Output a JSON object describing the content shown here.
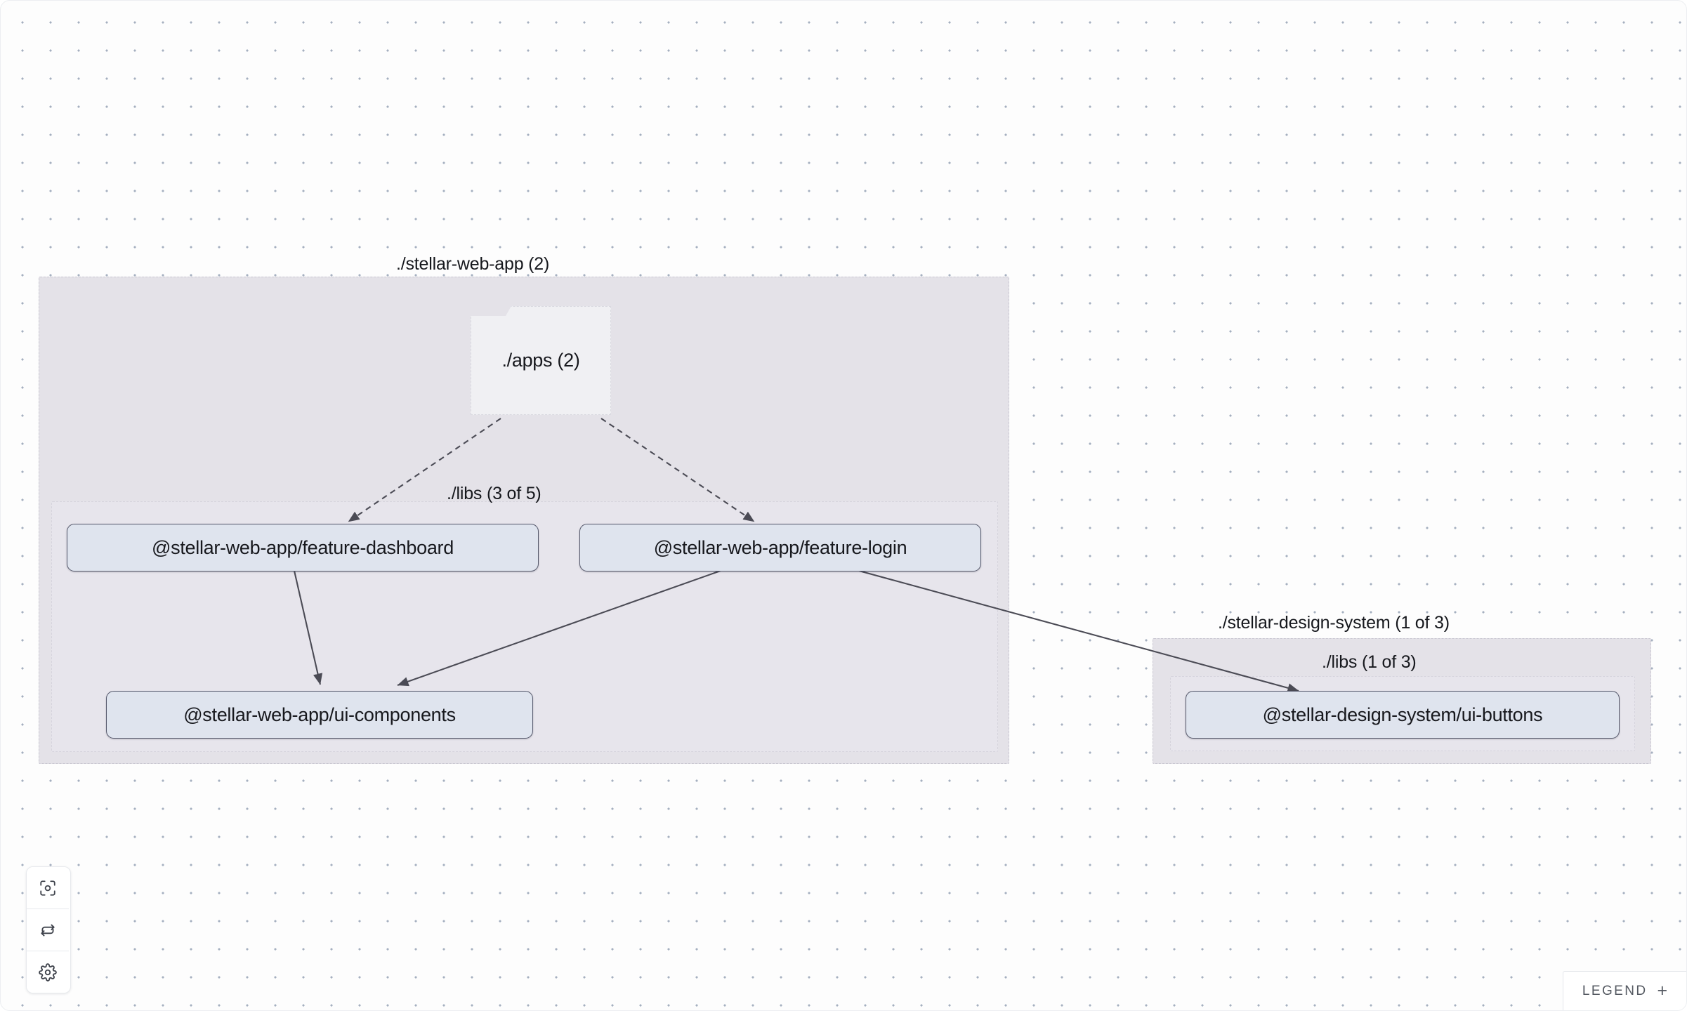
{
  "canvas": {
    "background_color": "#fdfdfd",
    "dot_color": "#a5b0c0"
  },
  "graph": {
    "groups": [
      {
        "id": "stellar-web-app",
        "label": "./stellar-web-app (2)",
        "kind": "project-group"
      },
      {
        "id": "stellar-web-app-libs",
        "label": "./libs (3 of 5)",
        "kind": "directory-group"
      },
      {
        "id": "stellar-design-system",
        "label": "./stellar-design-system (1 of 3)",
        "kind": "project-group"
      },
      {
        "id": "stellar-design-system-libs",
        "label": "./libs (1 of 3)",
        "kind": "directory-group"
      }
    ],
    "folder_nodes": [
      {
        "id": "apps",
        "label": "./apps (2)"
      }
    ],
    "project_nodes": [
      {
        "id": "feature-dashboard",
        "label": "@stellar-web-app/feature-dashboard"
      },
      {
        "id": "feature-login",
        "label": "@stellar-web-app/feature-login"
      },
      {
        "id": "ui-components",
        "label": "@stellar-web-app/ui-components"
      },
      {
        "id": "ui-buttons",
        "label": "@stellar-design-system/ui-buttons"
      }
    ],
    "edges": [
      {
        "from": "apps",
        "to": "feature-dashboard",
        "style": "dashed"
      },
      {
        "from": "apps",
        "to": "feature-login",
        "style": "dashed"
      },
      {
        "from": "feature-dashboard",
        "to": "ui-components",
        "style": "solid"
      },
      {
        "from": "feature-login",
        "to": "ui-components",
        "style": "solid"
      },
      {
        "from": "feature-login",
        "to": "ui-buttons",
        "style": "solid"
      }
    ],
    "edge_color": "#4b4b55",
    "node_fill": "#dfe4ee",
    "node_border": "#55586b",
    "group_fill": "#e4e2e8"
  },
  "toolbar": {
    "buttons": [
      {
        "id": "focus",
        "icon": "focus-target-icon",
        "label": "Focus graph"
      },
      {
        "id": "refresh",
        "icon": "refresh-icon",
        "label": "Refresh graph"
      },
      {
        "id": "settings",
        "icon": "gear-icon",
        "label": "Settings"
      }
    ]
  },
  "legend": {
    "label": "LEGEND",
    "expand_symbol": "+"
  }
}
